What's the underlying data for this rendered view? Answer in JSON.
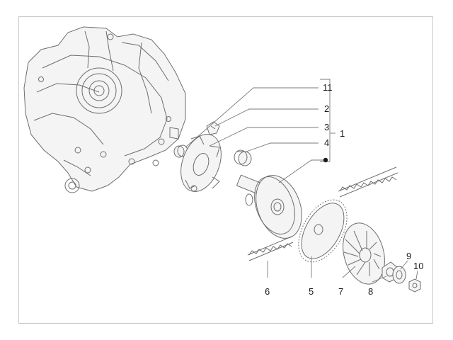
{
  "callouts": {
    "c11": "11",
    "c2": "2",
    "c3": "3",
    "c4": "4",
    "c1": "1",
    "c6": "6",
    "c5": "5",
    "c7": "7",
    "c8": "8",
    "c9": "9",
    "c10": "10"
  },
  "colors": {
    "line": "#6e6e6e",
    "text": "#1a1a1a",
    "frame": "#c8c8c8"
  }
}
